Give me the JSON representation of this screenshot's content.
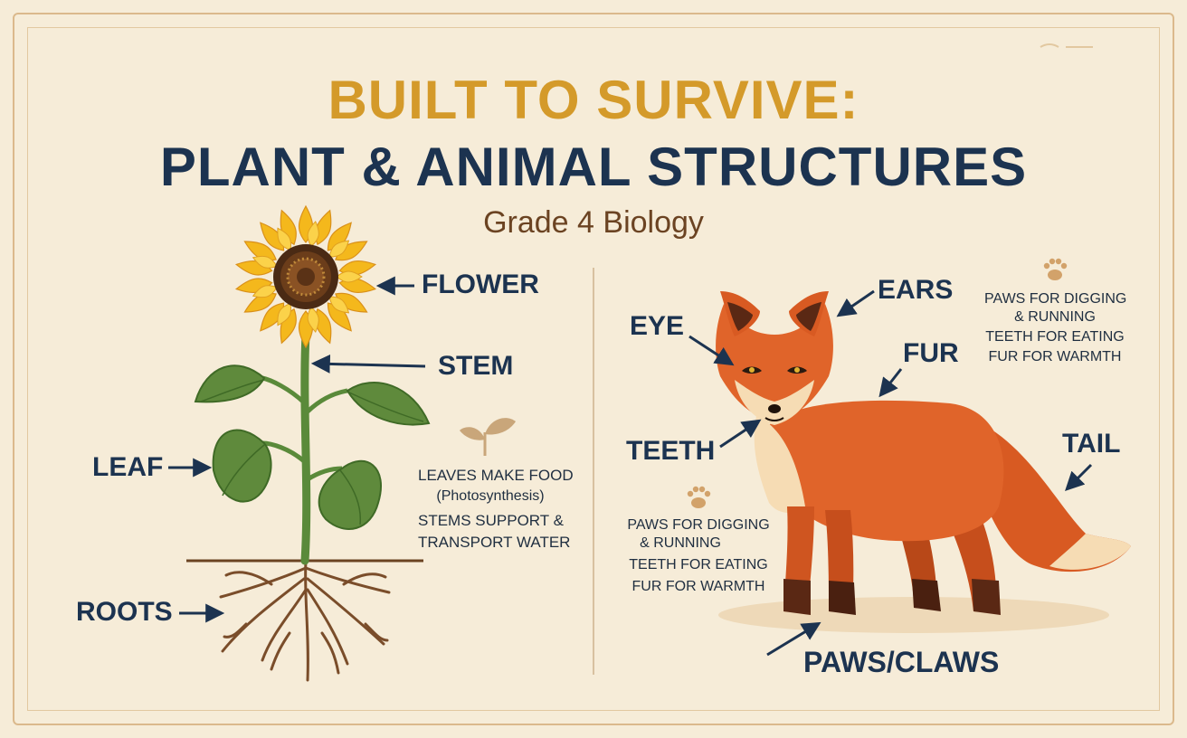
{
  "header": {
    "title_line1": "BUILT TO SURVIVE:",
    "title_line2": "PLANT & ANIMAL STRUCTURES",
    "subtitle": "Grade 4 Biology"
  },
  "plant": {
    "labels": {
      "flower": "FLOWER",
      "stem": "STEM",
      "leaf": "LEAF",
      "roots": "ROOTS"
    },
    "notes": [
      "LEAVES MAKE FOOD",
      "(Photosynthesis)",
      "STEMS SUPPORT &",
      "TRANSPORT WATER"
    ]
  },
  "animal": {
    "labels": {
      "ears": "EARS",
      "eye": "EYE",
      "fur": "FUR",
      "teeth": "TEETH",
      "tail": "TAIL",
      "paws": "PAWS/CLAWS"
    },
    "notes_top": [
      "PAWS FOR DIGGING",
      "& RUNNING",
      "TEETH FOR EATING",
      "FUR FOR WARMTH"
    ],
    "notes_left": [
      "PAWS FOR DIGGING",
      "& RUNNING",
      "TEETH FOR EATING",
      "FUR FOR WARMTH"
    ]
  },
  "colors": {
    "background": "#f6ecd8",
    "title_gold": "#d49a2a",
    "title_navy": "#1c3350",
    "subtitle_brown": "#6b4322",
    "fox_orange": "#e0642a",
    "sunflower_yellow": "#f4b81c",
    "leaf_green": "#5f8a3c"
  },
  "icons": [
    "sprout-icon",
    "paw-print-icon"
  ]
}
